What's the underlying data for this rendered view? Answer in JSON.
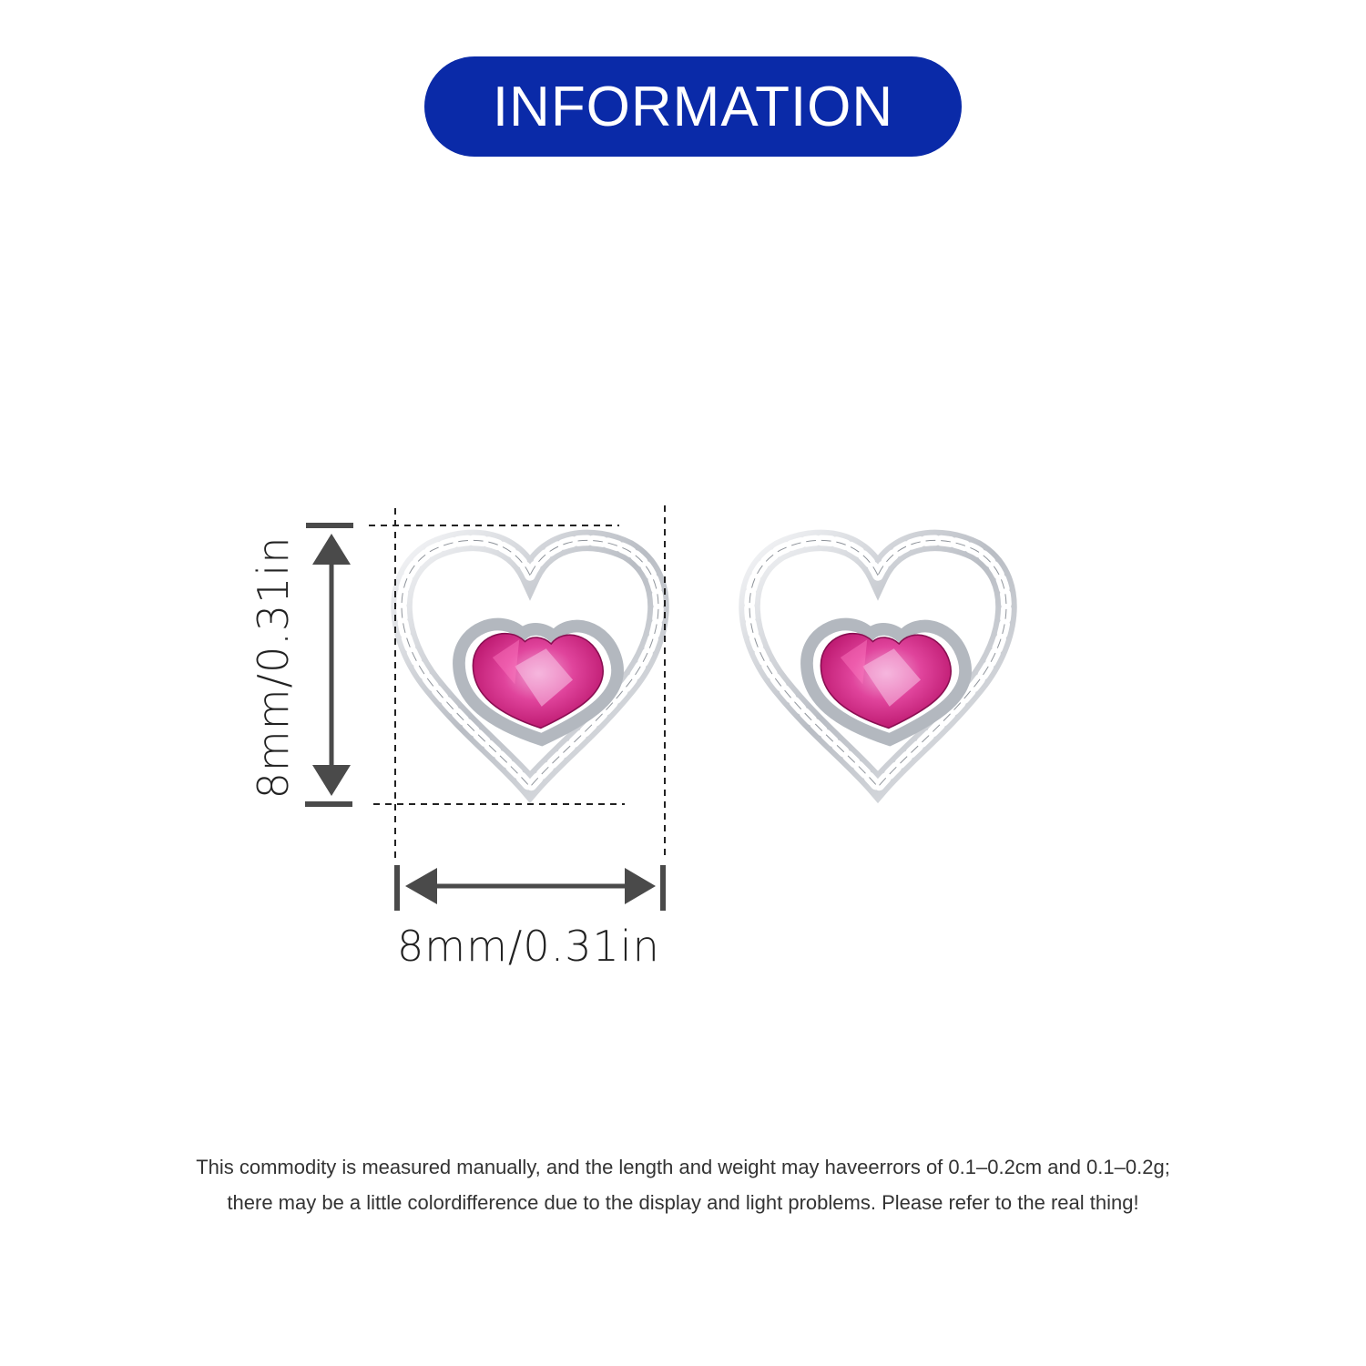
{
  "banner": {
    "title": "INFORMATION",
    "background_color": "#0a2aa8",
    "text_color": "#ffffff"
  },
  "product": {
    "type": "heart stud earrings",
    "gem_color": "#e0308a",
    "metal_color": "#c8ccd2",
    "count": 2
  },
  "dimensions": {
    "height_label": "8mm/0.31in",
    "width_label": "8mm/0.31in",
    "indicator_color": "#4a4a4a"
  },
  "footer": {
    "line1": "This commodity is measured manually, and the length and weight may haveerrors of 0.1–0.2cm and 0.1–0.2g;",
    "line2": "there may be a little colordifference due to the display and light problems. Please refer to the real thing!"
  }
}
